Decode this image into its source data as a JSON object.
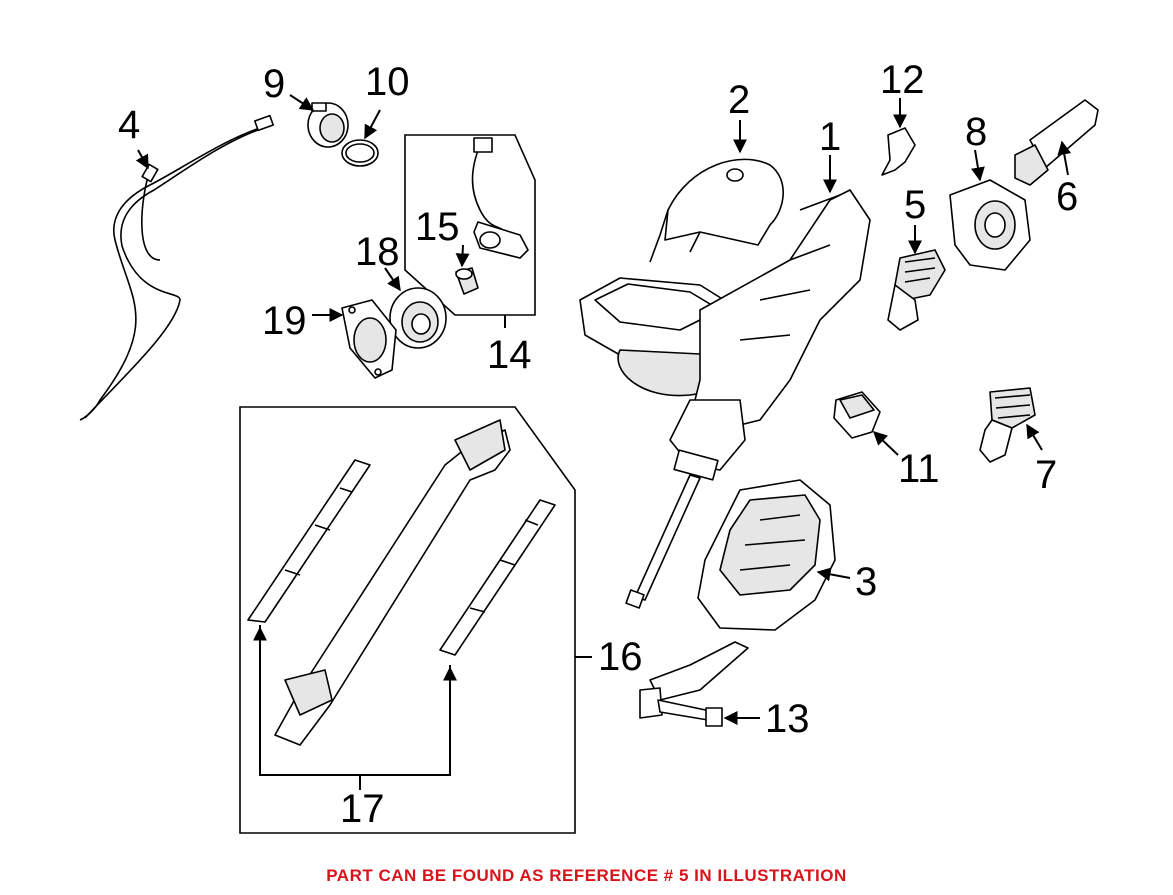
{
  "callouts": {
    "c1": "1",
    "c2": "2",
    "c3": "3",
    "c4": "4",
    "c5": "5",
    "c6": "6",
    "c7": "7",
    "c8": "8",
    "c9": "9",
    "c10": "10",
    "c11": "11",
    "c12": "12",
    "c13": "13",
    "c14": "14",
    "c15": "15",
    "c16": "16",
    "c17": "17",
    "c18": "18",
    "c19": "19"
  },
  "footer": {
    "text": "PART CAN BE FOUND AS REFERENCE # 5 IN ILLUSTRATION",
    "color": "#d8141b"
  }
}
